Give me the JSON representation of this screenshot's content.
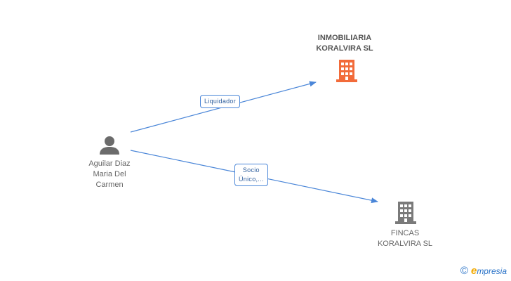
{
  "nodes": {
    "person": {
      "name_lines": [
        "Aguilar Diaz",
        "Maria Del",
        "Carmen"
      ]
    },
    "company_main": {
      "name_lines": [
        "INMOBILIARIA",
        "KORALVIRA SL"
      ],
      "color": "#f26b3a"
    },
    "company_other": {
      "name_lines": [
        "FINCAS",
        "KORALVIRA SL"
      ],
      "color": "#7a7a7a"
    }
  },
  "edges": {
    "liquidador": {
      "label_lines": [
        "Liquidador"
      ]
    },
    "socio": {
      "label_lines": [
        "Socio",
        "Único,..."
      ]
    }
  },
  "colors": {
    "edge": "#4a86d8",
    "person_icon": "#6b6b6b"
  },
  "watermark": {
    "copyright": "©",
    "brand_initial": "e",
    "brand_rest": "mpresia"
  }
}
